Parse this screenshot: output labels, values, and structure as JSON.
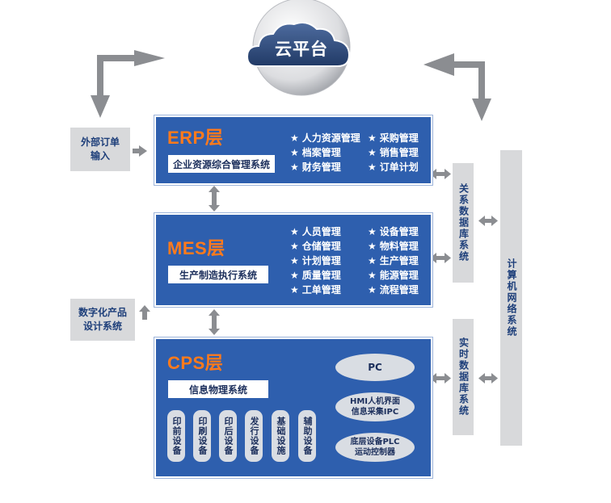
{
  "cloud": {
    "label": "云平台"
  },
  "external_order": {
    "lines": [
      "外部订单",
      "输入"
    ]
  },
  "digital_design": {
    "lines": [
      "数字化产品",
      "设计系统"
    ]
  },
  "relational_db": {
    "label": "关系数据库系统"
  },
  "realtime_db": {
    "label": "实时数据库系统"
  },
  "computer_network": {
    "label": "计算机网络系统"
  },
  "erp": {
    "title": "ERP层",
    "system": "企业资源综合管理系统",
    "items_left": [
      "人力资源管理",
      "档案管理",
      "财务管理"
    ],
    "items_right": [
      "采购管理",
      "销售管理",
      "订单计划"
    ]
  },
  "mes": {
    "title": "MES层",
    "system": "生产制造执行系统",
    "items_left": [
      "人员管理",
      "仓储管理",
      "计划管理",
      "质量管理",
      "工单管理"
    ],
    "items_right": [
      "设备管理",
      "物料管理",
      "生产管理",
      "能源管理",
      "流程管理"
    ]
  },
  "cps": {
    "title": "CPS层",
    "system": "信息物理系统",
    "devices": [
      "印前设备",
      "印刷设备",
      "印后设备",
      "发行设备",
      "基础设施",
      "辅助设备"
    ],
    "pc": "PC",
    "hmi": [
      "HMI人机界面",
      "信息采集IPC"
    ],
    "plc": [
      "底层设备PLC",
      "运动控制器"
    ]
  },
  "bullet_symbol": "★",
  "colors": {
    "layer_blue": "#2e5fae",
    "title_orange": "#ff7a1c",
    "grey_box": "#d8d9db",
    "arrow_grey": "#8b8d91"
  }
}
